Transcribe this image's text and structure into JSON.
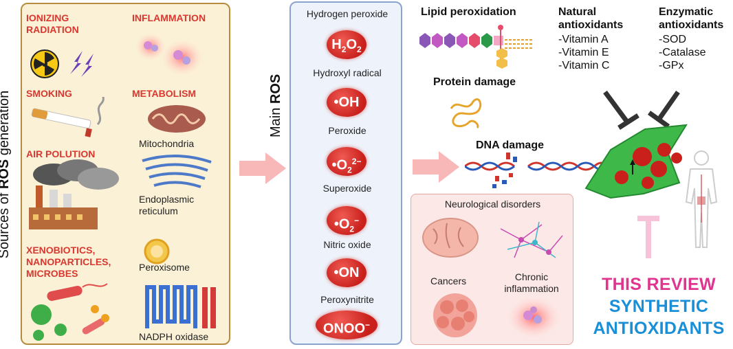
{
  "left": {
    "side_title": "Sources of ROS generation",
    "side_title_prefix": "Sources of ",
    "side_title_bold": "ROS",
    "side_title_suffix": " generation",
    "ionizing": "IONIZING RADIATION",
    "ionizing_l1": "IONIZING",
    "ionizing_l2": "RADIATION",
    "smoking": "SMOKING",
    "air": "AIR POLUTION",
    "xeno_l1": "XENOBIOTICS,",
    "xeno_l2": "NANOPARTICLES,",
    "xeno_l3": "MICROBES",
    "inflammation": "INFLAMMATION",
    "metabolism": "METABOLISM",
    "mitochondria": "Mitochondria",
    "er_l1": "Endoplasmic",
    "er_l2": "reticulum",
    "peroxisome": "Peroxisome",
    "nadph": "NADPH oxidase"
  },
  "middle": {
    "main_prefix": "Main ",
    "main_bold": "ROS",
    "items": [
      {
        "label": "Hydrogen peroxide",
        "formula": "H2O2"
      },
      {
        "label": "Hydroxyl radical",
        "formula": "•OH"
      },
      {
        "label": "Peroxide",
        "formula": "•O2 2−"
      },
      {
        "label": "Superoxide",
        "formula": "•O2 −"
      },
      {
        "label": "Nitric oxide",
        "formula": "•ON"
      },
      {
        "label": "Peroxynitrite",
        "formula": "ONOO−"
      }
    ]
  },
  "right": {
    "lipid": "Lipid peroxidation",
    "protein": "Protein damage",
    "dna": "DNA damage",
    "natural_l1": "Natural",
    "natural_l2": "antioxidants",
    "natural_items": [
      "-Vitamin A",
      "-Vitamin E",
      "-Vitamin C"
    ],
    "enzymatic_l1": "Enzymatic",
    "enzymatic_l2": "antioxidants",
    "enzymatic_items": [
      "-SOD",
      "-Catalase",
      "-GPx"
    ],
    "disorders": {
      "neuro": "Neurological disorders",
      "cancers": "Cancers",
      "chronic_l1": "Chronic",
      "chronic_l2": "inflammation"
    },
    "review_l1": "THIS REVIEW",
    "review_l2": "SYNTHETIC",
    "review_l3": "ANTIOXIDANTS",
    "colors": {
      "review": "#e0358f",
      "synthetic": "#1a8fd8",
      "cell": "#3fb84a",
      "ros": "#c9201c"
    }
  }
}
